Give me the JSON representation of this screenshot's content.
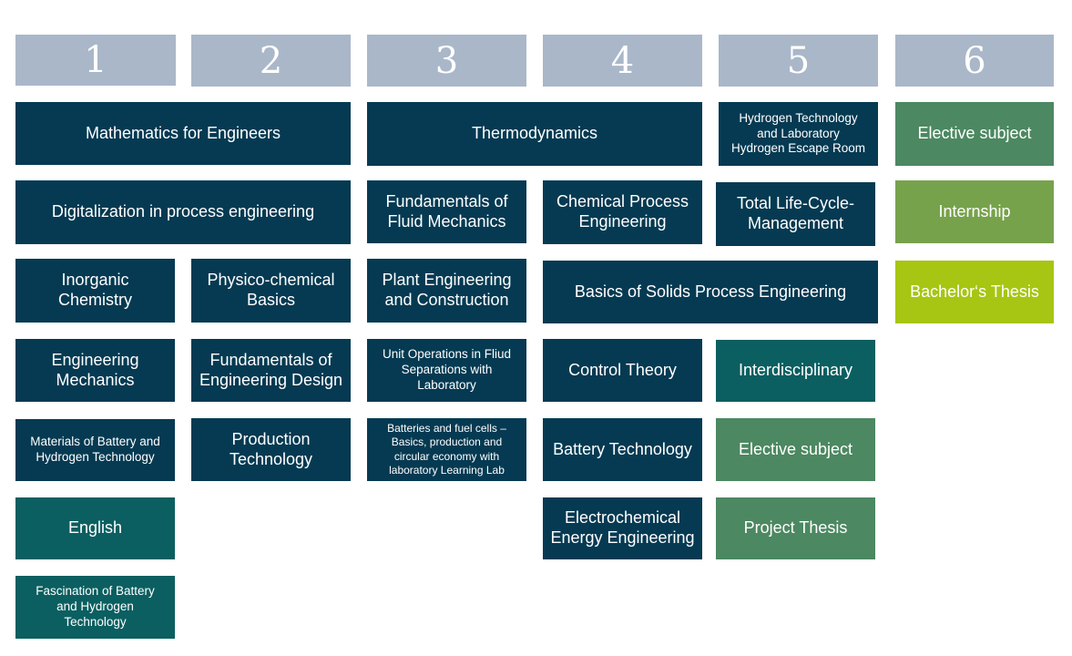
{
  "semesters": [
    "1",
    "2",
    "3",
    "4",
    "5",
    "6"
  ],
  "modules": {
    "mathematics": "Mathematics for Engineers",
    "thermodynamics": "Thermodynamics",
    "hydrogen_lab": "Hydrogen Technology\nand Laboratory\nHydrogen Escape Room",
    "elective_1": "Elective subject",
    "digitalization": "Digitalization  in process engineering",
    "fluid_mechanics": "Fundamentals of\nFluid Mechanics",
    "chemical_process": "Chemical Process\nEngineering",
    "life_cycle": "Total Life-Cycle-\nManagement",
    "internship": "Internship",
    "inorganic": "Inorganic\nChemistry",
    "physico_chemical": "Physico-chemical\nBasics",
    "plant_engineering": "Plant Engineering\nand Construction",
    "solids_process": "Basics of Solids Process Engineering",
    "bachelor_thesis": "Bachelor‘s Thesis",
    "eng_mechanics": "Engineering\nMechanics",
    "eng_design": "Fundamentals of\nEngineering Design",
    "unit_operations": "Unit Operations in Fliud\nSeparations with\nLaboratory",
    "control_theory": "Control Theory",
    "interdisciplinary": "Interdisciplinary",
    "materials": "Materials of Battery and\nHydrogen Technology",
    "production": "Production\nTechnology",
    "batteries_fuel_cells": "Batteries and fuel cells –\nBasics, production and\ncircular economy with\nlaboratory Learning Lab",
    "battery_tech": "Battery Technology",
    "elective_2": "Elective subject",
    "english": "English",
    "electrochemical": "Electrochemical\nEnergy Engineering",
    "project_thesis": "Project Thesis",
    "fascination": "Fascination of Battery\nand Hydrogen\nTechnology"
  },
  "colors": {
    "semester_header": "#aab7c9",
    "core_module": "#053a52",
    "language_module": "#0b5f60",
    "elective_module": "#4c8861",
    "internship": "#77a24c",
    "thesis": "#a7c513"
  }
}
